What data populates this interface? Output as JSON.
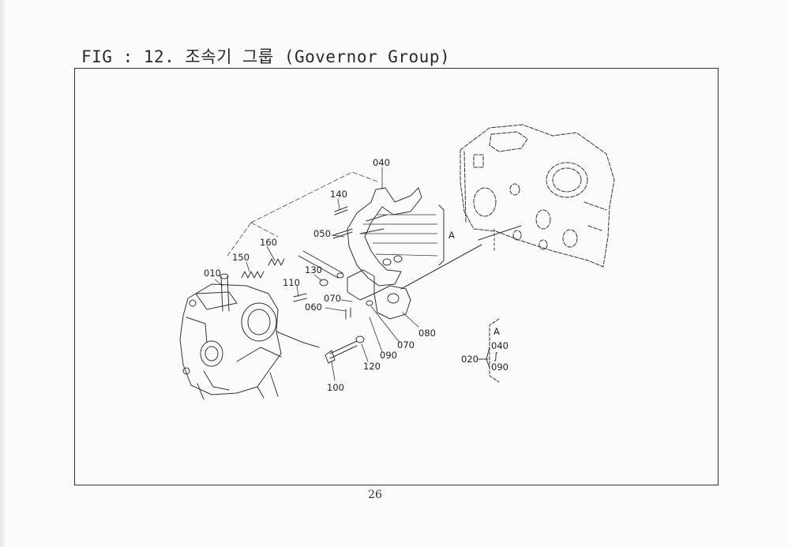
{
  "figure": {
    "title": "FIG : 12. 조속기 그룹 (Governor Group)"
  },
  "page_number": "26",
  "callouts": {
    "c040": "040",
    "c140": "140",
    "c050": "050",
    "c160": "160",
    "c150": "150",
    "c010": "010",
    "c130": "130",
    "c110": "110",
    "c070a": "070",
    "c060": "060",
    "c080": "080",
    "c070b": "070",
    "c090": "090",
    "c120": "120",
    "c100": "100",
    "refA": "A"
  },
  "legend": {
    "label_a": "A",
    "main": "020",
    "top": "040",
    "sep": "∫",
    "bottom": "090"
  }
}
